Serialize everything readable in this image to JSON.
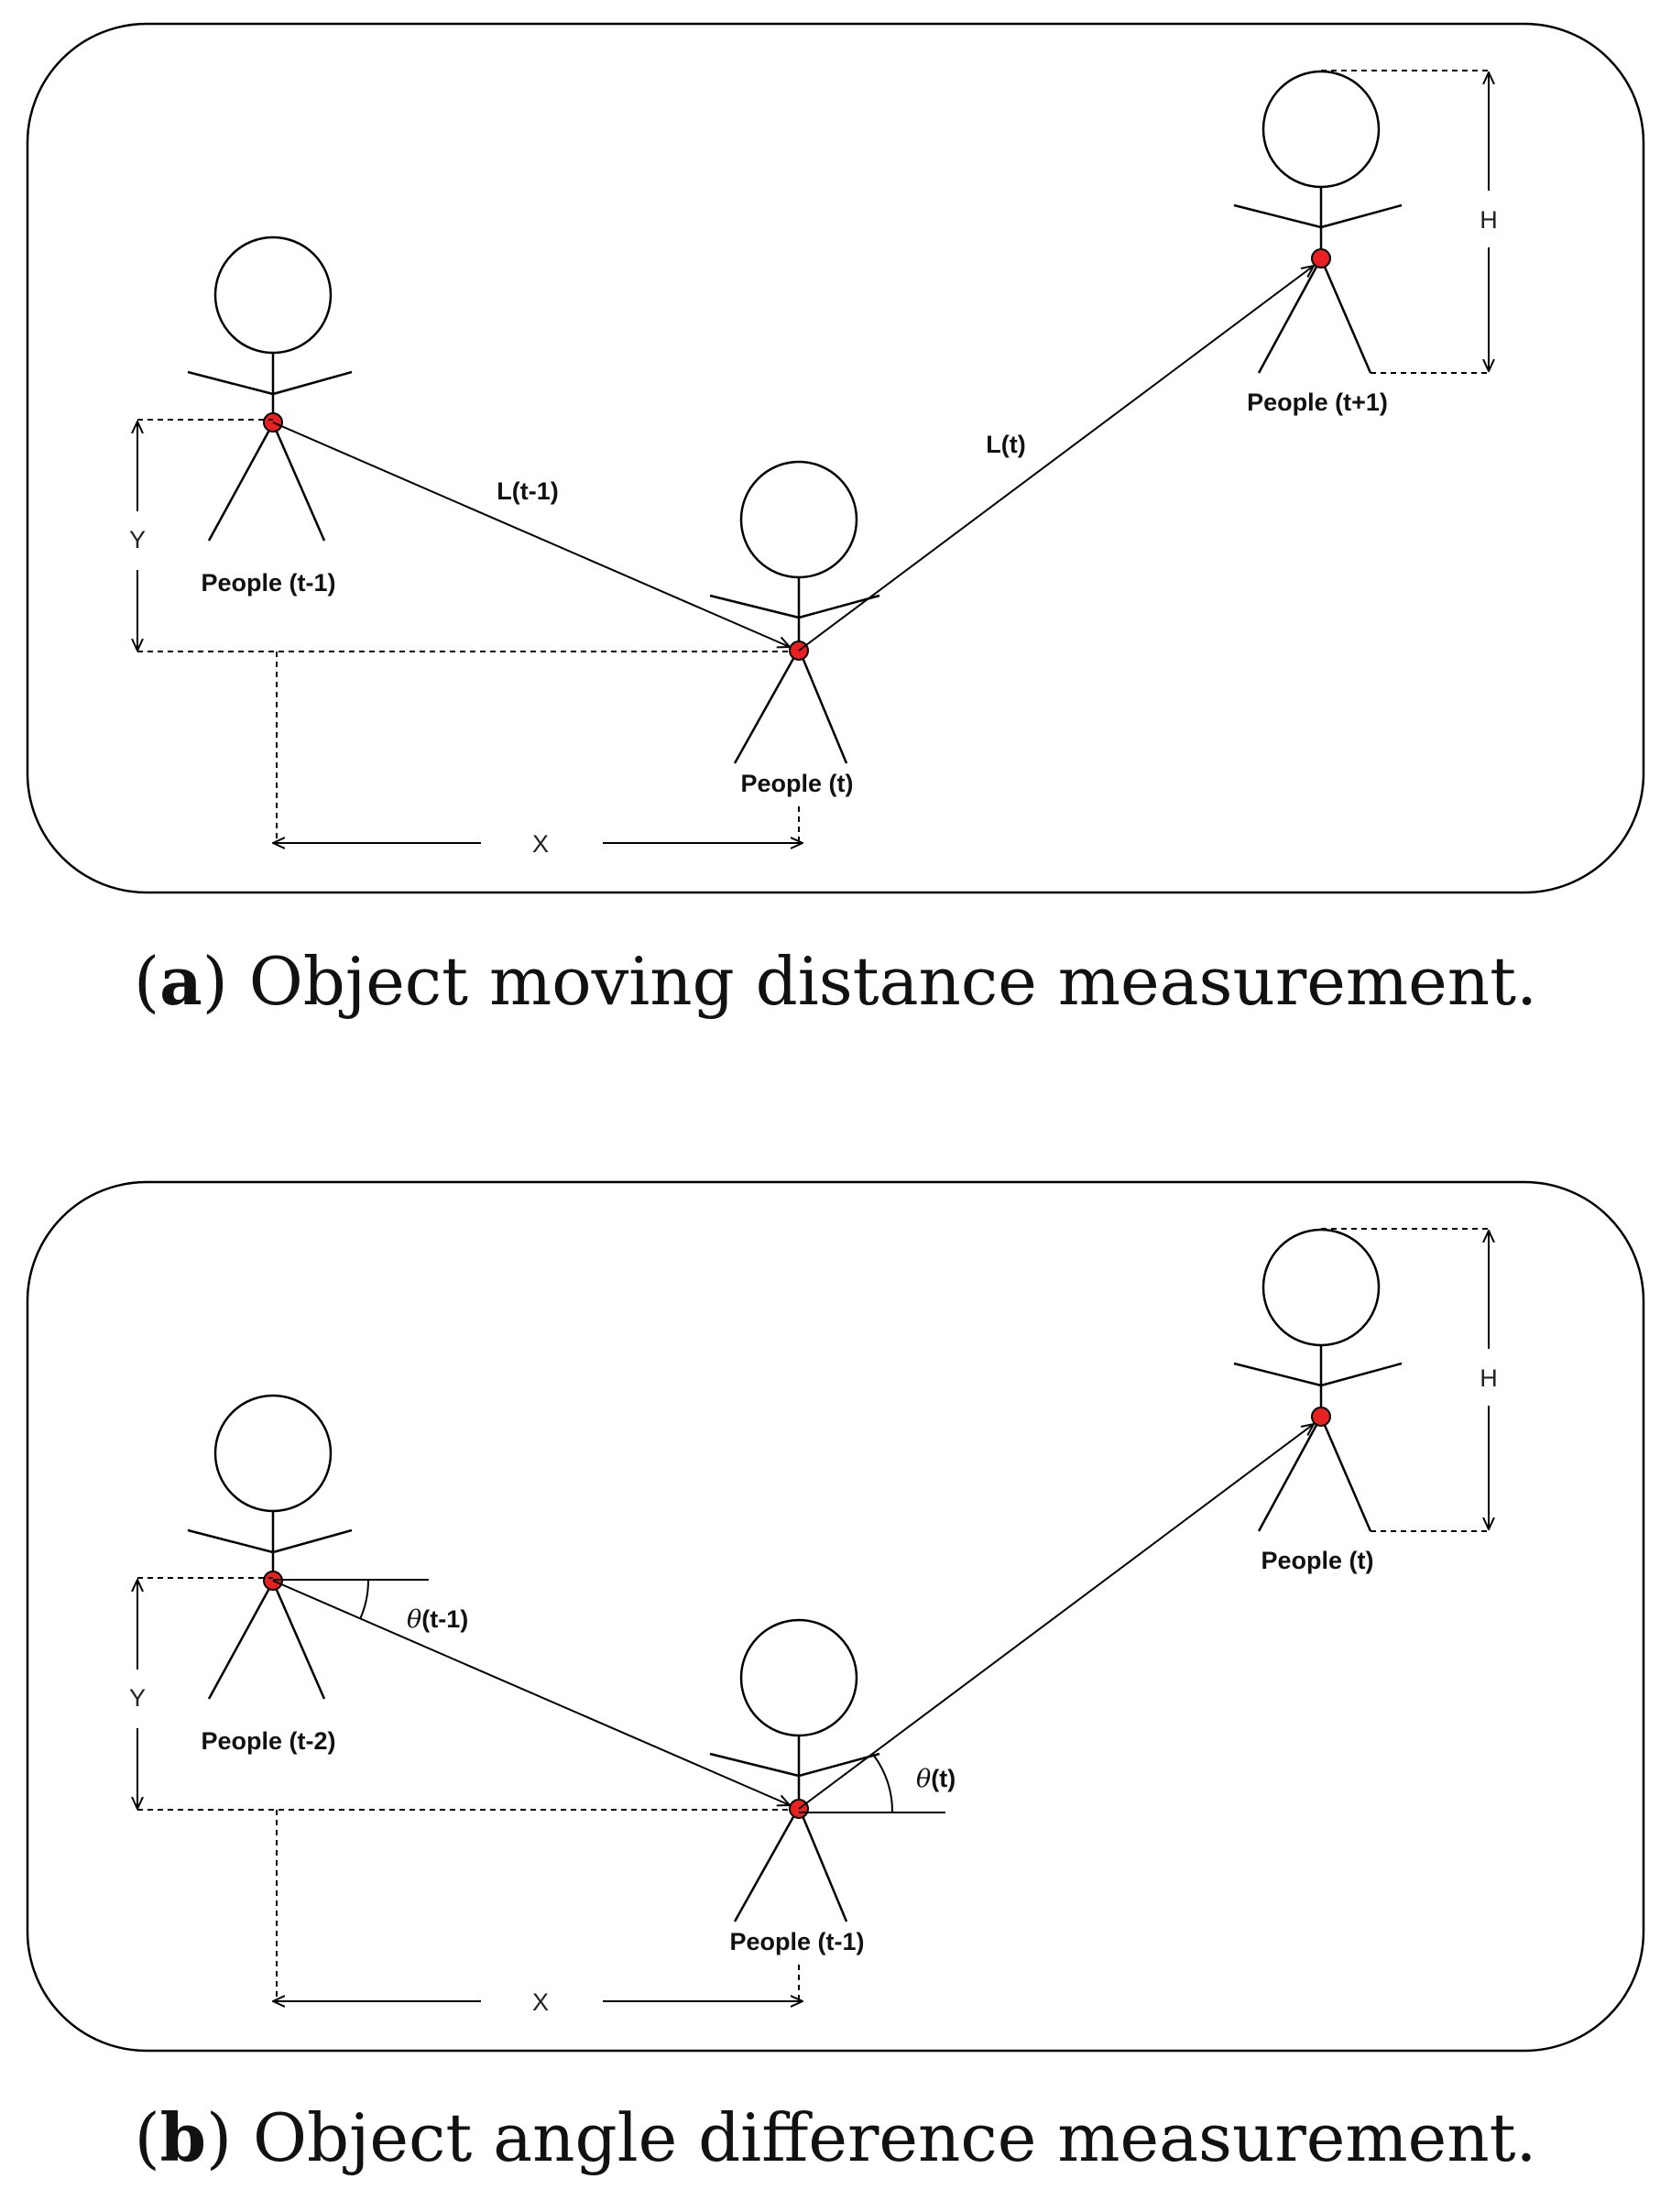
{
  "panel_a": {
    "people": {
      "p1": "People (t-1)",
      "p2": "People (t)",
      "p3": "People (t+1)"
    },
    "segments": {
      "first": "L(t-1)",
      "second": "L(t)"
    },
    "dims": {
      "x": "X",
      "y": "Y",
      "h": "H"
    },
    "caption": {
      "tag": "a",
      "text": "Object moving distance measurement."
    }
  },
  "panel_b": {
    "people": {
      "p1": "People (t-2)",
      "p2": "People (t-1)",
      "p3": "People (t)"
    },
    "angles": {
      "first": {
        "symbol": "θ",
        "suffix": "(t-1)"
      },
      "second": {
        "symbol": "θ",
        "suffix": "(t)"
      }
    },
    "dims": {
      "x": "X",
      "y": "Y",
      "h": "H"
    },
    "caption": {
      "tag": "b",
      "text": "Object angle difference measurement."
    }
  },
  "colors": {
    "joint": "#e82020",
    "stroke": "#000000"
  }
}
